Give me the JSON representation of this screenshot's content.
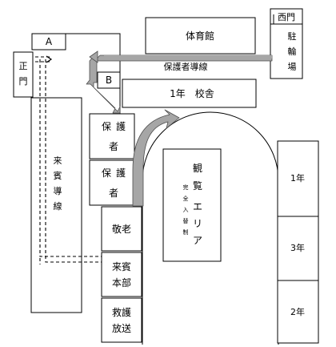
{
  "labels": {
    "gate_a": "A",
    "gate_b": "B",
    "main_gate": [
      "正",
      "門"
    ],
    "gymnasium": "体育館",
    "west_gate": "西門",
    "bicycle_parking": [
      "駐",
      "輪",
      "場"
    ],
    "guardian_route": "保護者導線",
    "building_1st_year": "1年　校舎",
    "guardian_area_1": [
      "保",
      "護",
      "者"
    ],
    "guardian_area_2": [
      "保",
      "護",
      "者"
    ],
    "viewing_area": [
      "観",
      "覧",
      "エ",
      "リ",
      "ア"
    ],
    "full_rotation": [
      "完",
      "全",
      "入",
      "替",
      "制"
    ],
    "elderly": "敬老",
    "guest_hq": [
      "来賓",
      "本部"
    ],
    "first_aid_broadcast": [
      "救護",
      "放送"
    ],
    "guest_route": [
      "来",
      "賓",
      "導",
      "線"
    ],
    "class_1": "1年",
    "class_3": "3年",
    "class_2": "2年"
  },
  "colors": {
    "line": "#000000",
    "arrow_fill": "#a6a6a6",
    "arrow_stroke": "#4d4d4d"
  }
}
